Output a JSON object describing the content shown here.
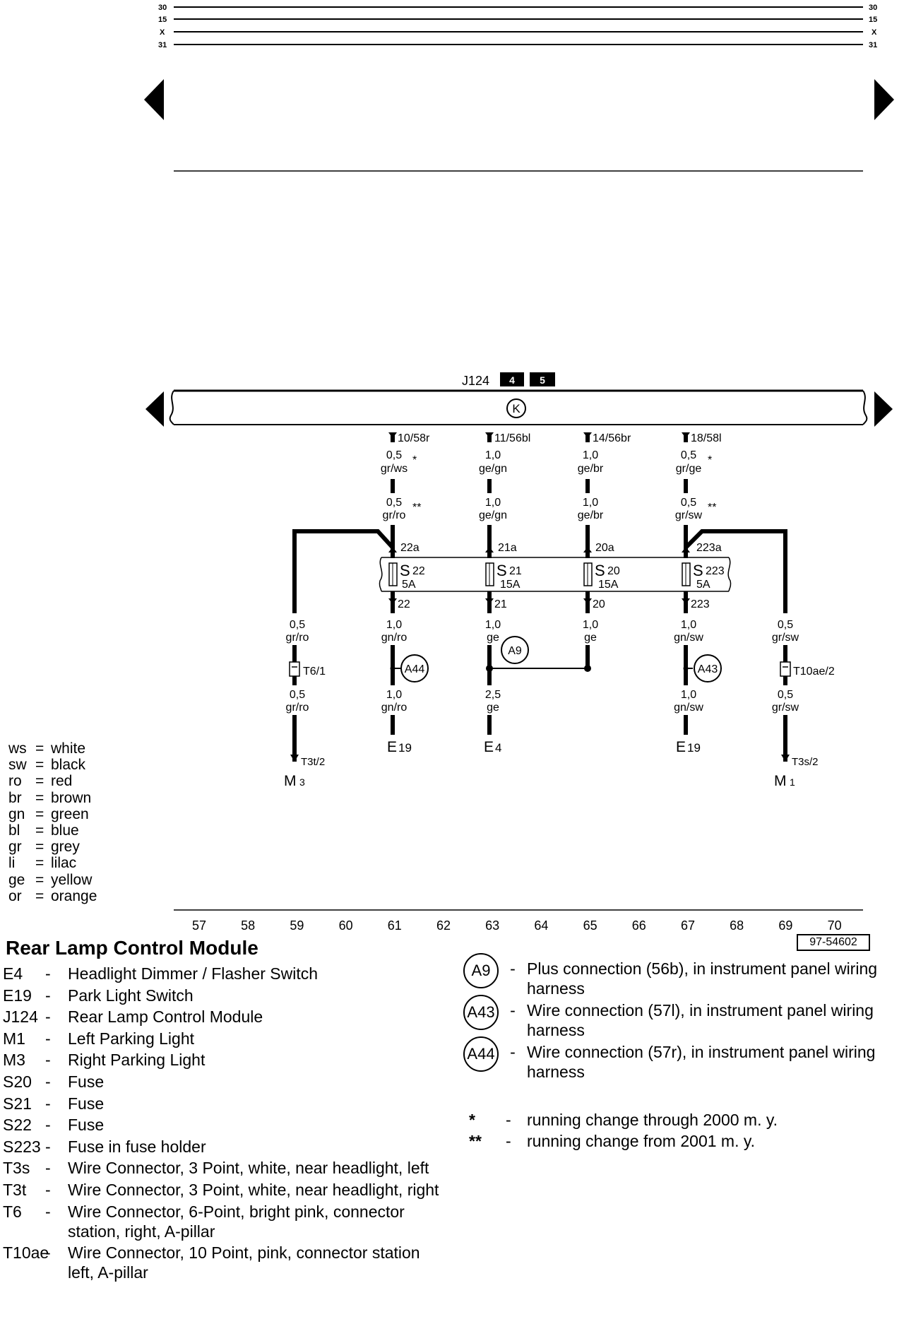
{
  "bus_lines": {
    "left": [
      "30",
      "15",
      "X",
      "31"
    ],
    "right": [
      "30",
      "15",
      "X",
      "31"
    ]
  },
  "control_module": {
    "label": "J124",
    "pages": [
      "4",
      "5"
    ],
    "ground_symbol": "K"
  },
  "wires": {
    "pin_10": "10/58r",
    "pin_11": "11/56bl",
    "pin_14": "14/56br",
    "pin_18": "18/58l",
    "w1_up_gauge": "0,5",
    "w1_up_color": "gr/ws",
    "w1_up_mark": "*",
    "w1_low_gauge": "0,5",
    "w1_low_color": "gr/ro",
    "w1_low_mark": "**",
    "w2_up_gauge": "1,0",
    "w2_up_color": "ge/gn",
    "w2_low_gauge": "1,0",
    "w2_low_color": "ge/gn",
    "w3_up_gauge": "1,0",
    "w3_up_color": "ge/br",
    "w3_low_gauge": "1,0",
    "w3_low_color": "ge/br",
    "w4_up_gauge": "0,5",
    "w4_up_color": "gr/ge",
    "w4_up_mark": "*",
    "w4_low_gauge": "0,5",
    "w4_low_color": "gr/sw",
    "w4_low_mark": "**"
  },
  "fuses": {
    "s22_in": "22a",
    "s22_name": "S",
    "s22_num": "22",
    "s22_amp": "5A",
    "s22_out": "22",
    "s21_in": "21a",
    "s21_name": "S",
    "s21_num": "21",
    "s21_amp": "15A",
    "s21_out": "21",
    "s20_in": "20a",
    "s20_name": "S",
    "s20_num": "20",
    "s20_amp": "15A",
    "s20_out": "20",
    "s223_in": "223a",
    "s223_name": "S",
    "s223_num": "223",
    "s223_amp": "5A",
    "s223_out": "223"
  },
  "lower": {
    "m3_g1": "0,5",
    "m3_c1": "gr/ro",
    "m3_conn": "T6/1",
    "m3_g2": "0,5",
    "m3_c2": "gr/ro",
    "m3_pin": "T3t/2",
    "m3_comp": "M",
    "m3_sub": "3",
    "e19l_g1": "1,0",
    "e19l_c1": "gn/ro",
    "e19l_g2": "1,0",
    "e19l_c2": "gn/ro",
    "e19l_comp": "E",
    "e19l_sub": "19",
    "e4_g1": "1,0",
    "e4_c1": "ge",
    "e4_g2": "2,5",
    "e4_c2": "ge",
    "e4_comp": "E",
    "e4_sub": "4",
    "s20w_g1": "1,0",
    "s20w_c1": "ge",
    "e19r_g1": "1,0",
    "e19r_c1": "gn/sw",
    "e19r_g2": "1,0",
    "e19r_c2": "gn/sw",
    "e19r_comp": "E",
    "e19r_sub": "19",
    "m1_g1": "0,5",
    "m1_c1": "gr/sw",
    "m1_conn": "T10ae/2",
    "m1_g2": "0,5",
    "m1_c2": "gr/sw",
    "m1_pin": "T3s/2",
    "m1_comp": "M",
    "m1_sub": "1",
    "a9": "A9",
    "a43": "A43",
    "a44": "A44"
  },
  "column_numbers": [
    "57",
    "58",
    "59",
    "60",
    "61",
    "62",
    "63",
    "64",
    "65",
    "66",
    "67",
    "68",
    "69",
    "70"
  ],
  "color_legend": [
    {
      "abbr": "ws",
      "name": "white"
    },
    {
      "abbr": "sw",
      "name": "black"
    },
    {
      "abbr": "ro",
      "name": "red"
    },
    {
      "abbr": "br",
      "name": "brown"
    },
    {
      "abbr": "gn",
      "name": "green"
    },
    {
      "abbr": "bl",
      "name": "blue"
    },
    {
      "abbr": "gr",
      "name": "grey"
    },
    {
      "abbr": "li",
      "name": "lilac"
    },
    {
      "abbr": "ge",
      "name": "yellow"
    },
    {
      "abbr": "or",
      "name": "orange"
    }
  ],
  "title": "Rear Lamp Control Module",
  "reference_number": "97-54602",
  "components": [
    {
      "code": "E4",
      "desc": "Headlight Dimmer / Flasher Switch"
    },
    {
      "code": "E19",
      "desc": "Park Light Switch"
    },
    {
      "code": "J124",
      "desc": "Rear Lamp Control Module"
    },
    {
      "code": "M1",
      "desc": "Left Parking Light"
    },
    {
      "code": "M3",
      "desc": "Right Parking Light"
    },
    {
      "code": "S20",
      "desc": "Fuse"
    },
    {
      "code": "S21",
      "desc": "Fuse"
    },
    {
      "code": "S22",
      "desc": "Fuse"
    },
    {
      "code": "S223",
      "desc": "Fuse in fuse holder"
    },
    {
      "code": "T3s",
      "desc": "Wire Connector, 3 Point, white, near headlight, left"
    },
    {
      "code": "T3t",
      "desc": "Wire Connector, 3 Point, white, near headlight, right"
    },
    {
      "code": "T6",
      "desc": "Wire Connector, 6-Point, bright pink, connector station, right, A-pillar"
    },
    {
      "code": "T10ae",
      "desc": "Wire Connector, 10 Point, pink, connector station left, A-pillar"
    }
  ],
  "connections": [
    {
      "code": "A9",
      "desc": "Plus connection (56b), in instrument panel wiring harness"
    },
    {
      "code": "A43",
      "desc": "Wire connection (57l), in instrument panel wiring harness"
    },
    {
      "code": "A44",
      "desc": "Wire connection (57r), in instrument panel wiring harness"
    }
  ],
  "notes": [
    {
      "mark": "*",
      "desc": "running change through 2000 m. y."
    },
    {
      "mark": "**",
      "desc": "running change from 2001 m. y."
    }
  ],
  "separator": "-"
}
